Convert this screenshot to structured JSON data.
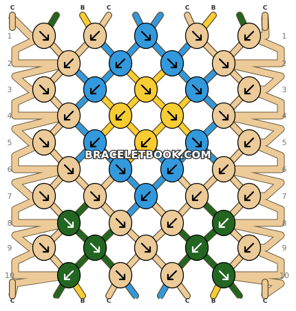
{
  "colors": {
    "A": "#3399dd",
    "B": "#f8cd33",
    "C": "#eccb99",
    "D": "#226622"
  },
  "top_labels": [
    "C",
    "D",
    "B",
    "C",
    "A",
    "A",
    "C",
    "B",
    "D",
    "C"
  ],
  "bottom_labels": [
    "C",
    "D",
    "B",
    "C",
    "A",
    "A",
    "C",
    "B",
    "D",
    "C"
  ],
  "row_numbers": [
    "1",
    "2",
    "3",
    "4",
    "5",
    "6",
    "7",
    "8",
    "9",
    "10"
  ],
  "knots": [
    [
      "C",
      "C",
      "A",
      "C",
      "C"
    ],
    [
      "C",
      "A",
      "A",
      "C"
    ],
    [
      "C",
      "A",
      "B",
      "A",
      "C"
    ],
    [
      "C",
      "B",
      "B",
      "C"
    ],
    [
      "C",
      "A",
      "B",
      "A",
      "C"
    ],
    [
      "C",
      "A",
      "A",
      "C"
    ],
    [
      "C",
      "C",
      "A",
      "C",
      "C"
    ],
    [
      "D",
      "C",
      "C",
      "D"
    ],
    [
      "C",
      "D",
      "C",
      "D",
      "C"
    ],
    [
      "D",
      "C",
      "C",
      "D"
    ]
  ],
  "knot_icons": [
    [
      "arrow-se",
      "arrow-sw",
      "arrow-se",
      "arrow-se",
      "arrow-sw"
    ],
    [
      "arrow-sw",
      "arrow-sw",
      "arrow-se",
      "arrow-se"
    ],
    [
      "arrow-se",
      "arrow-sw",
      "arrow-se",
      "arrow-se",
      "arrow-sw"
    ],
    [
      "arrow-sw",
      "arrow-sw",
      "arrow-se",
      "arrow-se"
    ],
    [
      "arrow-se",
      "arrow-sw",
      "arrow-sw",
      "arrow-se",
      "arrow-sw"
    ],
    [
      "arrow-se",
      "arrow-se",
      "arrow-sw",
      "arrow-sw"
    ],
    [
      "arrow-se",
      "arrow-se",
      "arrow-sw",
      "arrow-sw",
      "arrow-sw"
    ],
    [
      "arrow-se",
      "arrow-se",
      "arrow-sw",
      "arrow-sw"
    ],
    [
      "arrow-se",
      "arrow-se",
      "arrow-se",
      "arrow-sw",
      "arrow-sw"
    ],
    [
      "arrow-sw",
      "arrow-se",
      "arrow-sw",
      "arrow-se"
    ]
  ],
  "watermark": "BRACELETBOOK.COM"
}
